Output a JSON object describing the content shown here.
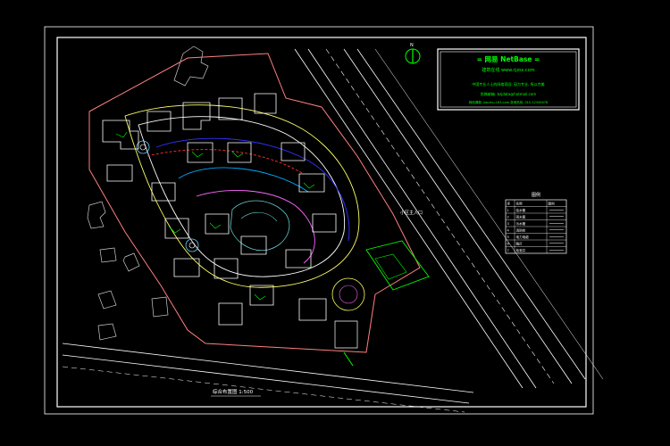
{
  "drawing": {
    "background_color": "#000000",
    "frame_color": "#ffffff",
    "site_boundary_color": "#ff8080",
    "road_color": "#ffffff",
    "garden_color": "#00ff00",
    "water_line_color": "#00aaff",
    "drain_line_color": "#3333ff",
    "power_line_color": "#ff3333"
  },
  "north_arrow": {
    "letter": "N",
    "icon": "north-arrow-icon"
  },
  "title_block": {
    "line1": "= 网易 NetBase =",
    "line2": "建筑在线  www.cjzss.com",
    "line3": "中国专业人士的网络家园: 因为专业, 所以完美",
    "line4": "投稿邮箱: bzjdata@hotmail.com",
    "line5": "网络课程: jianzhu.163.com  咨询热线: 010-12345678"
  },
  "legend": {
    "title": "图例",
    "header": [
      "序",
      "名称",
      "图例"
    ],
    "rows": [
      [
        "1",
        "给水管",
        ""
      ],
      [
        "2",
        "雨水管",
        ""
      ],
      [
        "3",
        "污水管",
        ""
      ],
      [
        "4",
        "消防栓",
        ""
      ],
      [
        "5",
        "电力电缆",
        ""
      ],
      [
        "6",
        "路灯",
        ""
      ],
      [
        "7",
        "检查井",
        ""
      ]
    ]
  },
  "annotations": {
    "entrance": "小区主入口",
    "drawing_title": "综合布置图 1:500"
  }
}
